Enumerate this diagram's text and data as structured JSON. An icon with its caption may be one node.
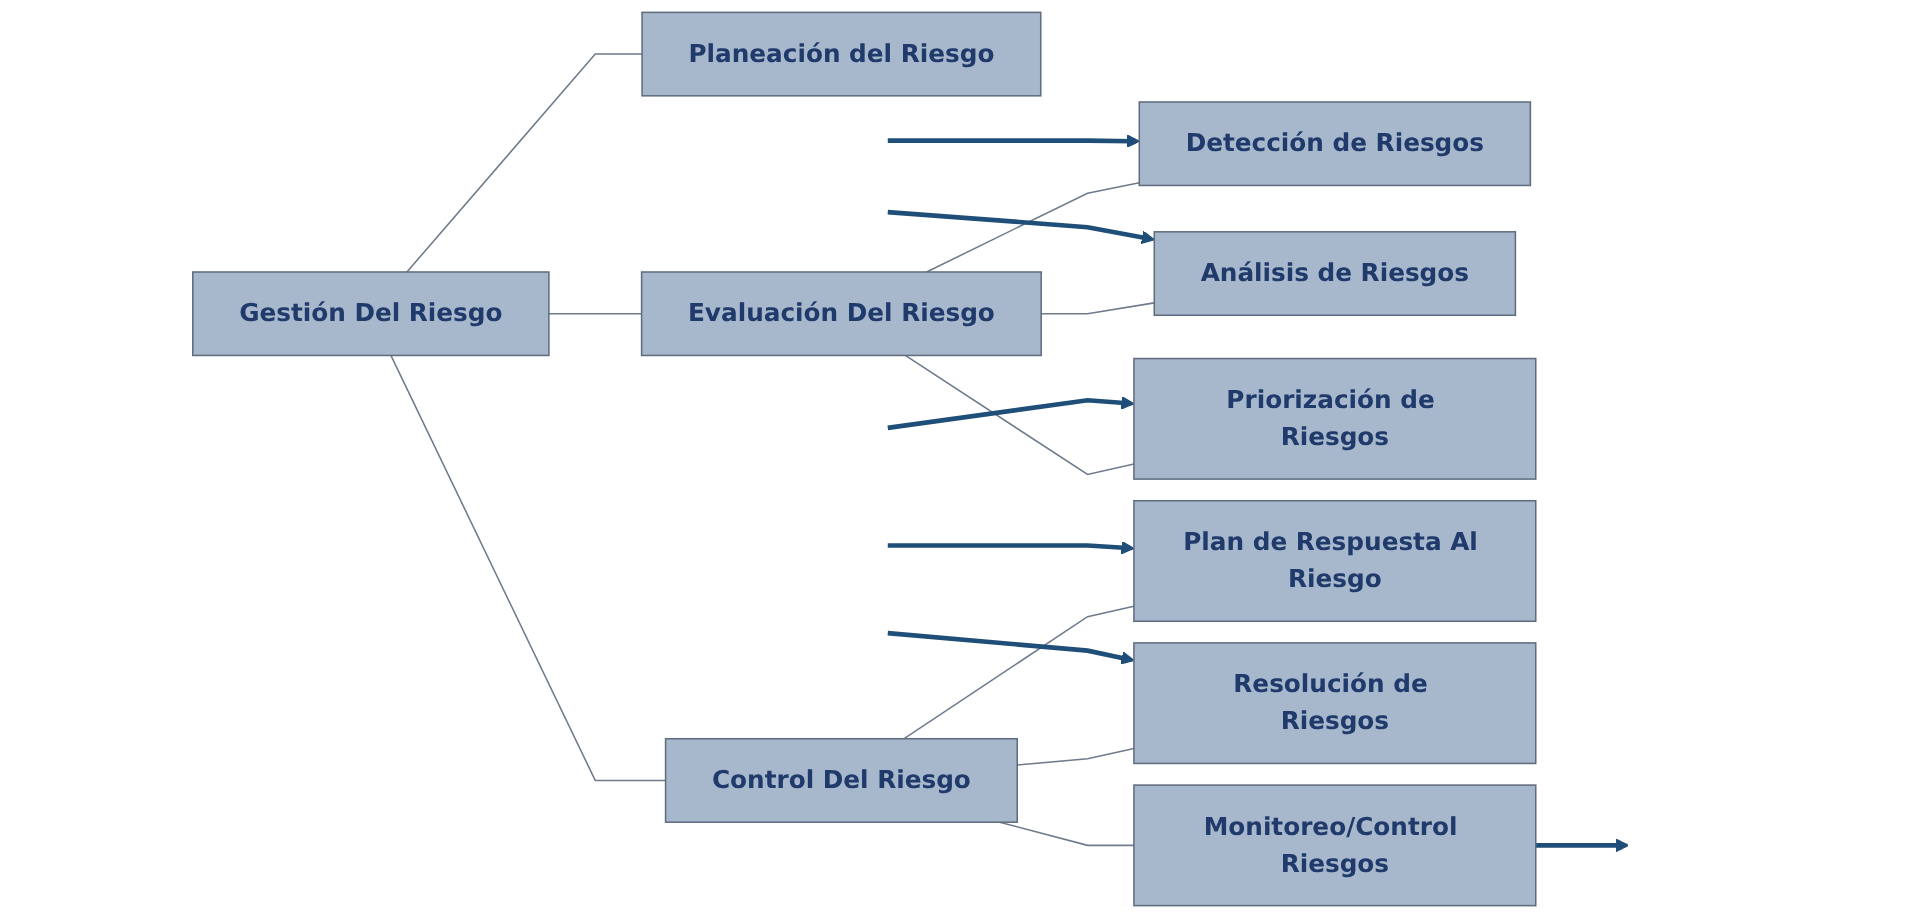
{
  "diagram": {
    "nodes": [
      {
        "text": [
          "Gestión Del Riesgo"
        ]
      },
      {
        "text": [
          "Planeación del Riesgo"
        ]
      },
      {
        "text": [
          "Evaluación Del Riesgo"
        ]
      },
      {
        "text": [
          "Control Del Riesgo"
        ]
      },
      {
        "text": [
          "Detección de Riesgos"
        ]
      },
      {
        "text": [
          "Análisis de Riesgos"
        ]
      },
      {
        "text": [
          "Priorización de Riesgos"
        ]
      },
      {
        "text": [
          "Plan de Respuesta Al Riesgo"
        ]
      },
      {
        "text": [
          "Resolución de Riesgos"
        ]
      },
      {
        "text": [
          "Monitoreo/Control Riesgos"
        ]
      }
    ],
    "edges": [
      {
        "from": 0,
        "to": 1,
        "arrow": "none"
      },
      {
        "from": 0,
        "to": 2,
        "arrow": "none"
      },
      {
        "from": 0,
        "to": 3,
        "arrow": "none"
      },
      {
        "from": 2,
        "to": 4,
        "arrow": "none"
      },
      {
        "from": 2,
        "to": 5,
        "arrow": "none"
      },
      {
        "from": 2,
        "to": 6,
        "arrow": "none"
      },
      {
        "from": 3,
        "to": 7,
        "arrow": "none"
      },
      {
        "from": 3,
        "to": 8,
        "arrow": "none"
      },
      {
        "from": 3,
        "to": 9,
        "arrow": "none"
      },
      {
        "from": null,
        "to": 4,
        "arrow": "to",
        "style": "thick",
        "color": "#1f4e79"
      },
      {
        "from": null,
        "to": 5,
        "arrow": "to",
        "style": "thick",
        "color": "#1f4e79"
      },
      {
        "from": null,
        "to": 6,
        "arrow": "to",
        "style": "thick",
        "color": "#1f4e79"
      },
      {
        "from": null,
        "to": 7,
        "arrow": "to",
        "style": "thick",
        "color": "#1f4e79"
      },
      {
        "from": null,
        "to": 8,
        "arrow": "to",
        "style": "thick",
        "color": "#1f4e79"
      },
      {
        "from": 9,
        "to": null,
        "arrow": "to",
        "style": "thick",
        "color": "#1f4e79"
      }
    ]
  }
}
